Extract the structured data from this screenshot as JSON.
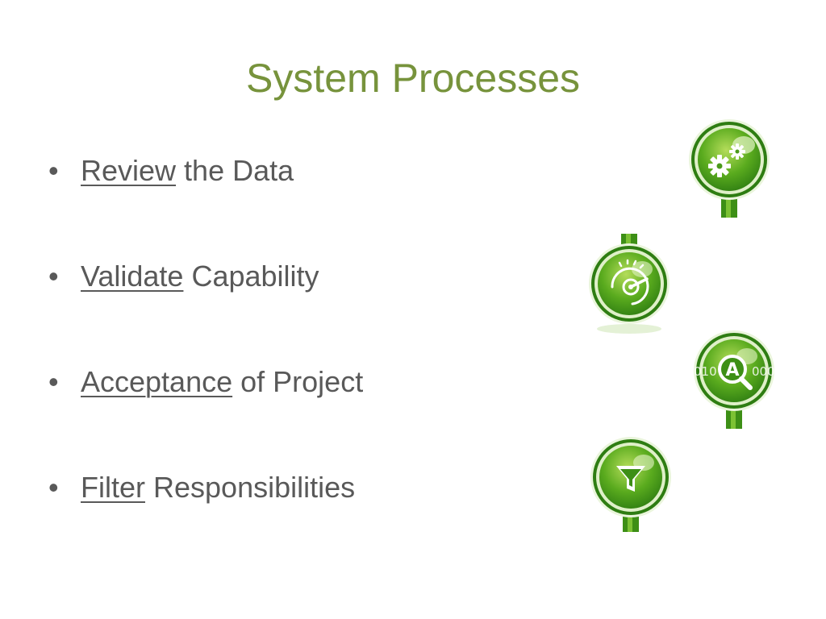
{
  "slide": {
    "title": "System Processes"
  },
  "bullets": [
    {
      "term": "Review",
      "rest": " the Data",
      "icon": "gears-icon"
    },
    {
      "term": "Validate",
      "rest": " Capability",
      "icon": "gauge-icon"
    },
    {
      "term": "Acceptance",
      "rest": " of Project",
      "icon": "magnifier-a-icon"
    },
    {
      "term": "Filter",
      "rest": " Responsibilities",
      "icon": "filter-icon"
    }
  ],
  "icons": {
    "binary_left": "010",
    "binary_right": "000",
    "magnifier_letter": "A"
  },
  "colors": {
    "title": "#77933c",
    "text": "#595959",
    "icon_green_dark": "#2e7d12",
    "icon_green": "#5aab1e",
    "icon_green_light": "#a8d65a"
  }
}
